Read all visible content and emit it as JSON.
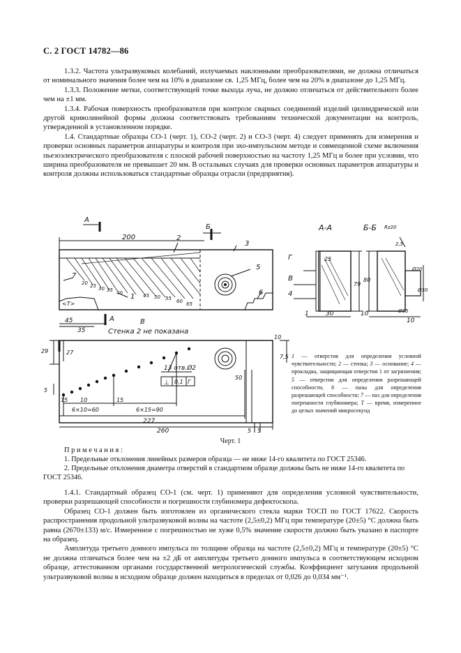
{
  "header": "С. 2 ГОСТ 14782—86",
  "paragraphs_top": [
    "1.3.2. Частота ультразвуковых колебаний, излучаемых наклонными преобразователями, не должна отличаться от номинального значения более чем на 10% в диапазоне св. 1,25 МГц, более чем на 20% в диапазоне до 1,25 МГц.",
    "1.3.3. Положение метки, соответствующей точке выхода луча, не должно отличаться от действительного более чем на ±1 мм.",
    "1.3.4. Рабочая поверхность преобразователя при контроле сварных соединений изделий цилиндрической или другой криволинейной формы должна соответствовать требованиям технической документации на контроль, утвержденной в установленном порядке.",
    "1.4. Стандартные образцы СО-1 (черт. 1), СО-2 (черт. 2) и СО-3 (черт. 4) следует применять для измерения и проверки основных параметров аппаратуры и контроля при эхо-импульсном методе и совмещенной схеме включения пьезоэлектрического преобразователя с плоской рабочей поверхностью на частоту 1,25 МГц и более при условии, что ширина преобразователя не превышает 20 мм. В остальных случаях для проверки основных параметров аппаратуры и контроля должны использоваться стандартные образцы отрасли (предприятия)."
  ],
  "drawing": {
    "top_labels": [
      "А",
      "200",
      "2",
      "Б",
      "3",
      "А-А",
      "Б-Б",
      "Rz20",
      "2,5",
      "25",
      "Г",
      "В",
      "4",
      "79",
      "80",
      "Ø20",
      "Ø30",
      "Ø15",
      "1",
      "30",
      "10",
      "10"
    ],
    "main_labels": [
      "5",
      "1",
      "7",
      "<T>",
      "6",
      "20",
      "25",
      "30",
      "35",
      "40",
      "45",
      "50",
      "55",
      "60",
      "65"
    ],
    "bottom_labels": [
      "45",
      "35",
      "А",
      "В",
      "Стенка 2 не показана",
      "29",
      "27",
      "5",
      "13 отв.Ø2",
      "0,1",
      "Г",
      "⊥",
      "15",
      "10",
      "15",
      "6×10=60",
      "6×15=90",
      "227",
      "260",
      "50",
      "10",
      "7,5",
      "5",
      "5"
    ]
  },
  "legend": [
    {
      "num": "1",
      "text": " — отверстия для определения условной чувствительности; "
    },
    {
      "num": "2",
      "text": " — стенка; "
    },
    {
      "num": "3",
      "text": " — основание; "
    },
    {
      "num": "4",
      "text": " — прокладка, защищающая отверстия 1 от загрязнения; "
    },
    {
      "num": "5",
      "text": " — отверстия для определения разрешающей способности, "
    },
    {
      "num": "6",
      "text": " — пазы для определения разрешающей способности; "
    },
    {
      "num": "7",
      "text": " — паз для определения погрешности глубиномера; "
    },
    {
      "num": "T",
      "text": " — время, измеренное до целых значений микросекунд"
    }
  ],
  "caption": "Черт. 1",
  "notes_title": "Примечания:",
  "notes": [
    "1. Предельные отклонения линейных размеров образца — не ниже 14-го квалитета по ГОСТ 25346.",
    "2. Предельные отклонения диаметра отверстий в стандартном образце должны быть не ниже 14-го квалитета по ГОСТ 25346."
  ],
  "paragraphs_bottom": [
    "1.4.1. Стандартный образец СО-1 (см. черт. 1) применяют для определения условной чувствительности, проверки разрешающей способности и погрешности глубиномера дефектоскопа.",
    "Образец СО-1 должен быть изготовлен из органического стекла марки ТОСП по ГОСТ 17622. Скорость распространения продольной ультразвуковой волны на частоте (2,5±0,2) МГц при температуре (20±5) °С должна быть равна (2670±133) м/с. Измеренное с погрешностью не хуже 0,5% значение скорости должно быть указано в паспорте на образец.",
    "Амплитуда третьего донного импульса по толщине образца на частоте (2,5±0,2) МГц и температуре (20±5) °С не должна отличаться более чем на ±2 дБ от амплитуды третьего донного импульса в соответствующем исходном образце, аттестованном органами государственной метрологической службы. Коэффициент затухания продольной ультразвуковой волны в исходном образце должен находиться в пределах от 0,026 до 0,034 мм⁻¹."
  ]
}
